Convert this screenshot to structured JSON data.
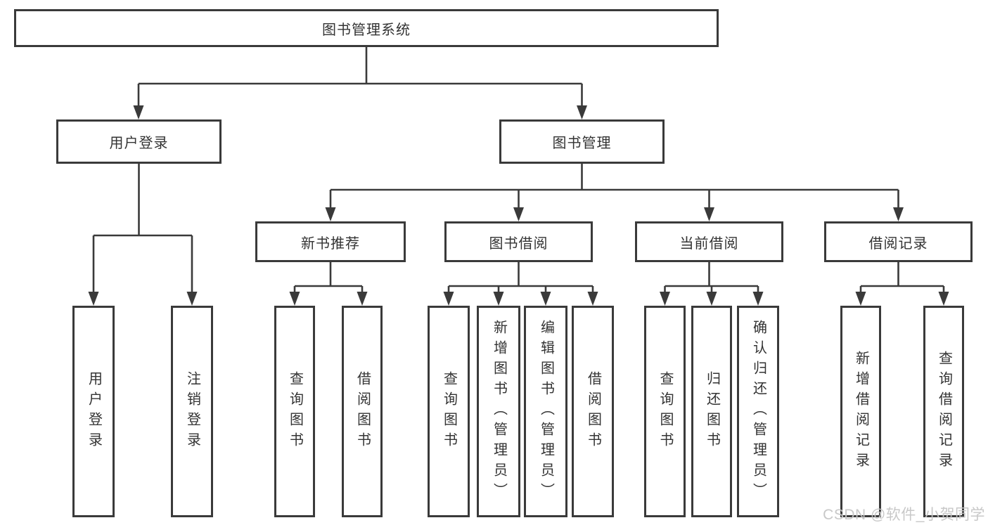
{
  "tree": {
    "root": {
      "label": "图书管理系统",
      "children": [
        {
          "label": "用户登录",
          "children": [
            {
              "label": "用户登录"
            },
            {
              "label": "注销登录"
            }
          ]
        },
        {
          "label": "图书管理",
          "children": [
            {
              "label": "新书推荐",
              "children": [
                {
                  "label": "查询图书"
                },
                {
                  "label": "借阅图书"
                }
              ]
            },
            {
              "label": "图书借阅",
              "children": [
                {
                  "label": "查询图书"
                },
                {
                  "label": "新增图书（管理员）"
                },
                {
                  "label": "编辑图书（管理员）"
                },
                {
                  "label": "借阅图书"
                }
              ]
            },
            {
              "label": "当前借阅",
              "children": [
                {
                  "label": "查询图书"
                },
                {
                  "label": "归还图书"
                },
                {
                  "label": "确认归还（管理员）"
                }
              ]
            },
            {
              "label": "借阅记录",
              "children": [
                {
                  "label": "新增借阅记录"
                },
                {
                  "label": "查询借阅记录"
                }
              ]
            }
          ]
        }
      ]
    }
  },
  "watermark": {
    "text": "CSDN @软件_小贺同学"
  },
  "colors": {
    "line": "#3a3a3a",
    "text": "#333333",
    "watermark": "#c6c6c6",
    "background": "#ffffff"
  }
}
